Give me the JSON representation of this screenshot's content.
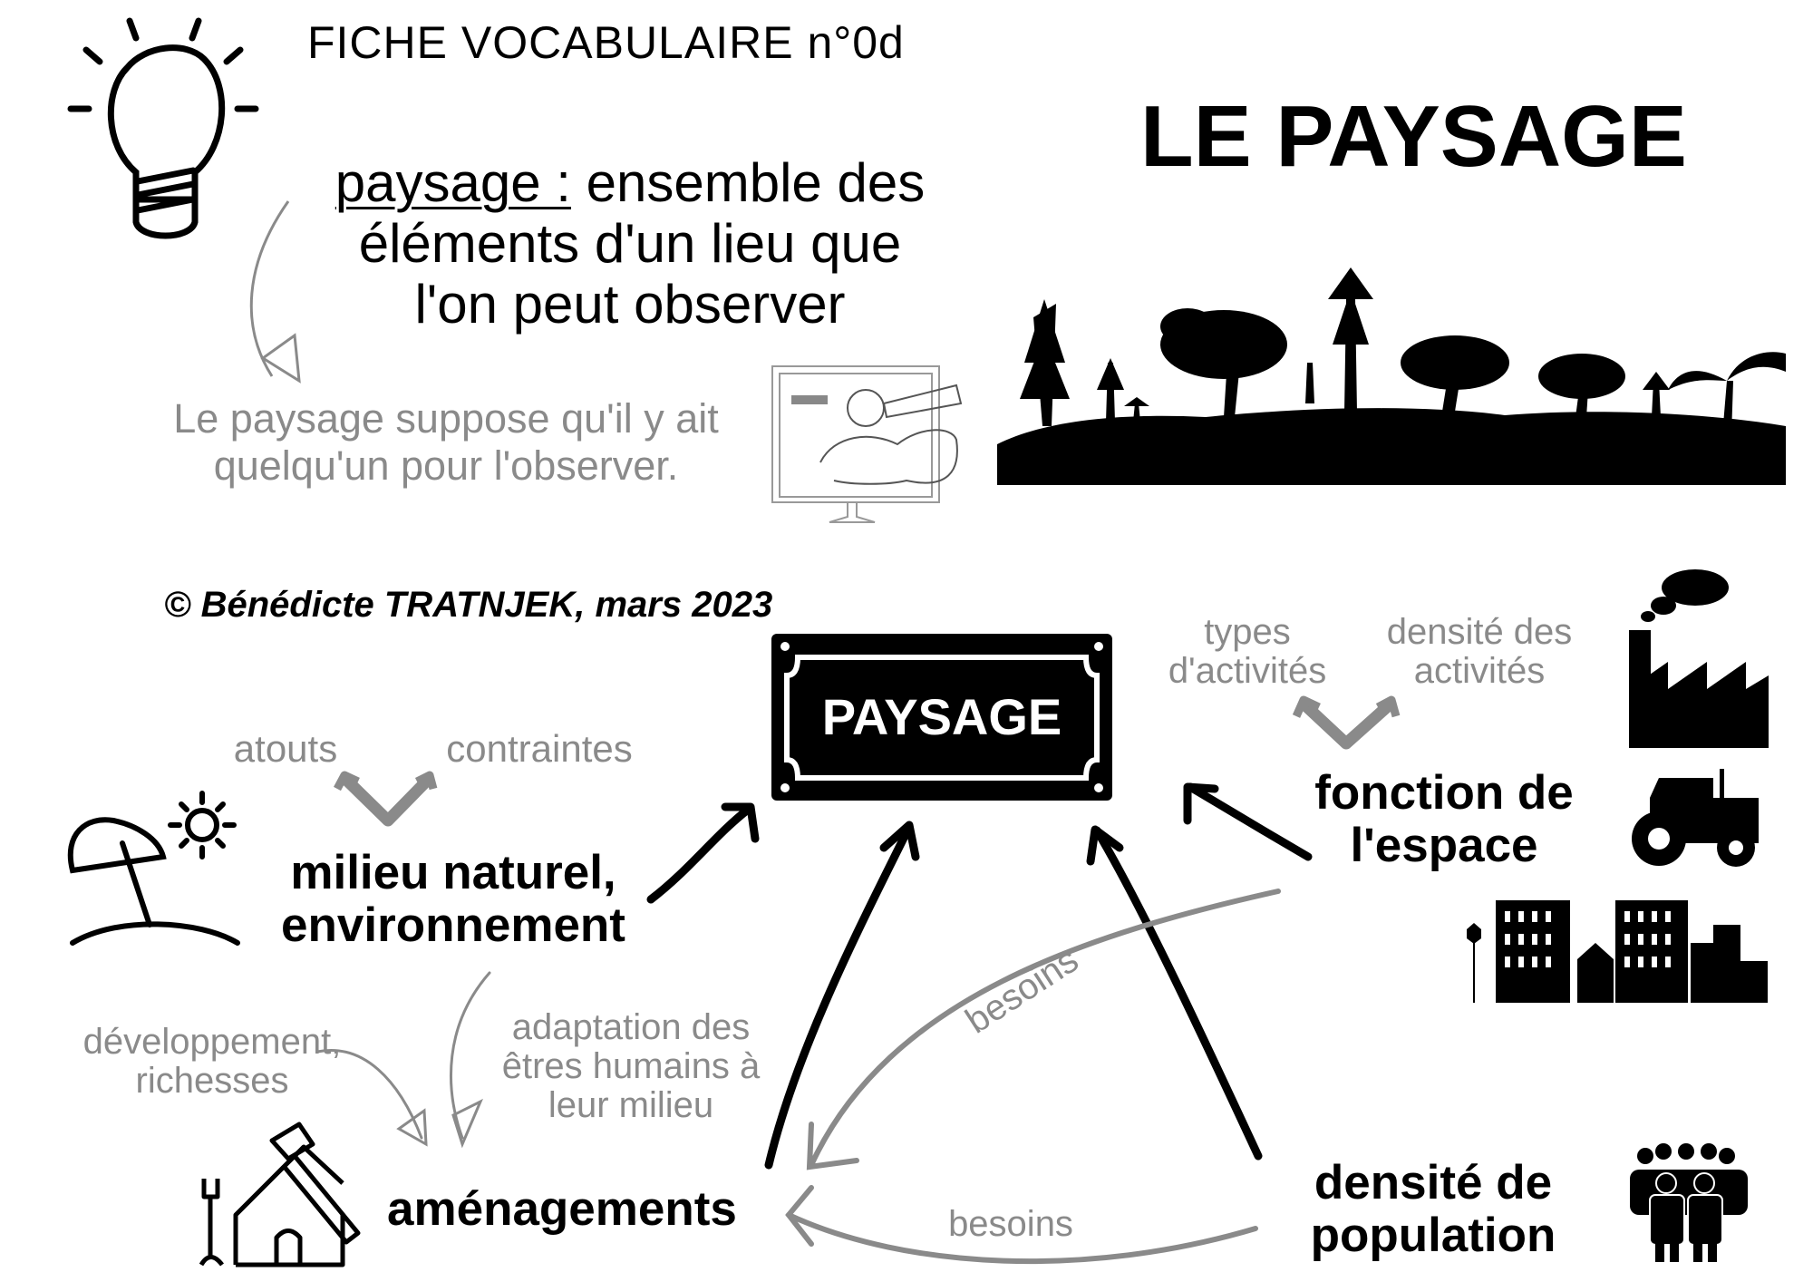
{
  "header": {
    "sheet_label": "FICHE VOCABULAIRE n°0d",
    "main_title": "LE PAYSAGE"
  },
  "definition": {
    "term": "paysage :",
    "text_line1": " ensemble des",
    "text_line2": "éléments d'un lieu que",
    "text_line3": "l'on peut observer"
  },
  "note": {
    "line1": "Le paysage suppose qu'il y ait",
    "line2": "quelqu'un pour l'observer."
  },
  "credit": "© Bénédicte TRATNJEK, mars 2023",
  "center_sign": "PAYSAGE",
  "nodes": {
    "milieu": {
      "line1": "milieu naturel,",
      "line2": "environnement",
      "sub_left": "atouts",
      "sub_right": "contraintes"
    },
    "fonction": {
      "line1": "fonction de",
      "line2": "l'espace",
      "sub_left_1": "types",
      "sub_left_2": "d'activités",
      "sub_right_1": "densité des",
      "sub_right_2": "activités"
    },
    "amenagements": {
      "label": "aménagements",
      "left_1": "développement,",
      "left_2": "richesses",
      "right_1": "adaptation des",
      "right_2": "êtres humains à",
      "right_3": "leur milieu"
    },
    "population": {
      "line1": "densité de",
      "line2": "population"
    }
  },
  "links": {
    "besoins_diagonal": "besoins",
    "besoins_bottom": "besoins"
  },
  "colors": {
    "ink": "#000000",
    "grey": "#8a8a8a",
    "background": "#ffffff"
  },
  "icons": [
    "lightbulb-icon",
    "observer-telescope-illustration",
    "landscape-trees-silhouette",
    "beach-umbrella-sun-icon",
    "factory-icon",
    "tractor-icon",
    "city-buildings-icon",
    "house-tools-icon",
    "people-group-icon",
    "street-sign-frame"
  ]
}
